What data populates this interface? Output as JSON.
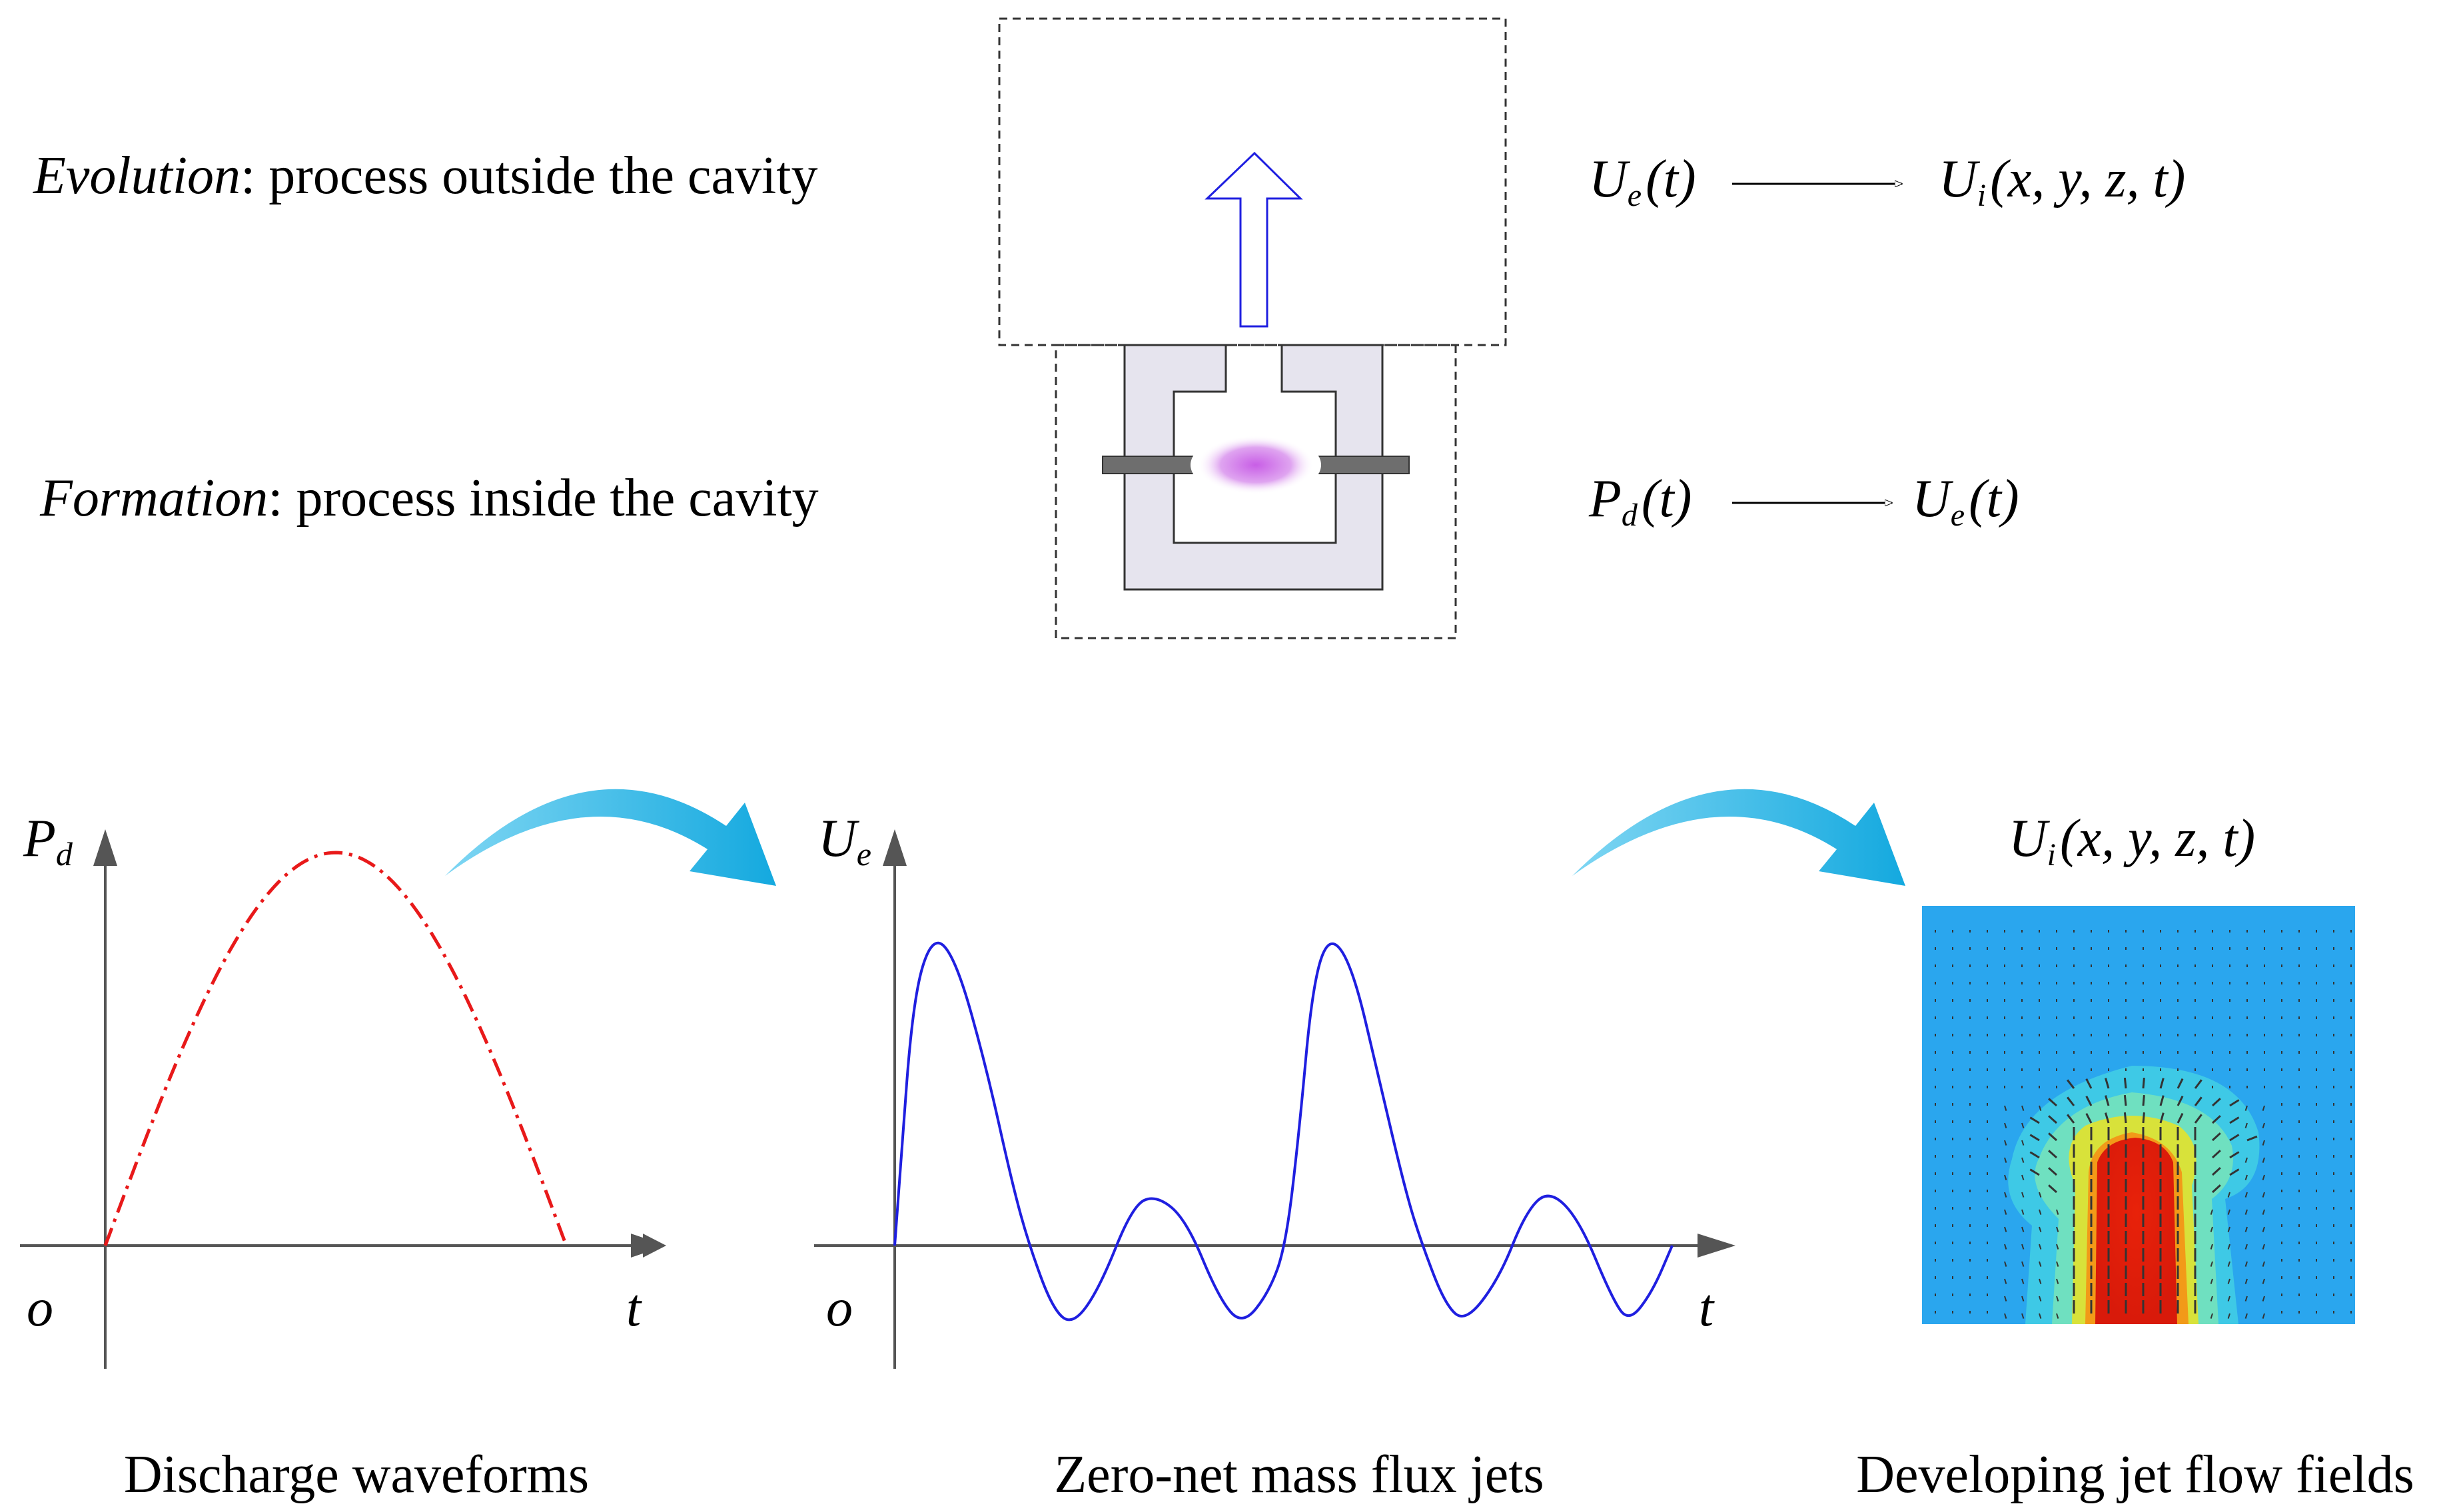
{
  "top": {
    "evolution": {
      "term": "Evolution",
      "text": ": process outside the cavity"
    },
    "formation": {
      "term": "Formation",
      "text": ": process inside the cavity"
    },
    "eq1": {
      "lhs_U": "U",
      "lhs_sub": "e",
      "lhs_arg": "(t)",
      "rhs_U": "U",
      "rhs_sub": "i",
      "rhs_arg": "(x, y, z, t)"
    },
    "eq2": {
      "lhs_P": "P",
      "lhs_sub": "d",
      "lhs_arg": "(t)",
      "rhs_U": "U",
      "rhs_sub": "e",
      "rhs_arg": "(t)"
    }
  },
  "panels": {
    "discharge": {
      "ylabel_main": "P",
      "ylabel_sub": "d",
      "origin": "o",
      "xlabel": "t",
      "caption": "Discharge waveforms"
    },
    "jets": {
      "ylabel_main": "U",
      "ylabel_sub": "e",
      "origin": "o",
      "xlabel": "t",
      "caption": "Zero-net mass flux jets"
    },
    "field": {
      "title_U": "U",
      "title_sub": "i",
      "title_arg": "(x, y, z, t)",
      "caption": "Developing jet flow fields"
    }
  },
  "colors": {
    "discharge_curve": "#e8191a",
    "jet_curve": "#1f1fe0",
    "flow_arrow": "#1f1fe0",
    "curved_arrow": "#29b6e6",
    "cavity_fill": "#e6e4ee",
    "plasma": "#c85ee6",
    "field_background": "#2aa6ee"
  },
  "icons": [
    "up-arrow-icon",
    "curved-arrow-icon",
    "plasma-glow-icon"
  ]
}
